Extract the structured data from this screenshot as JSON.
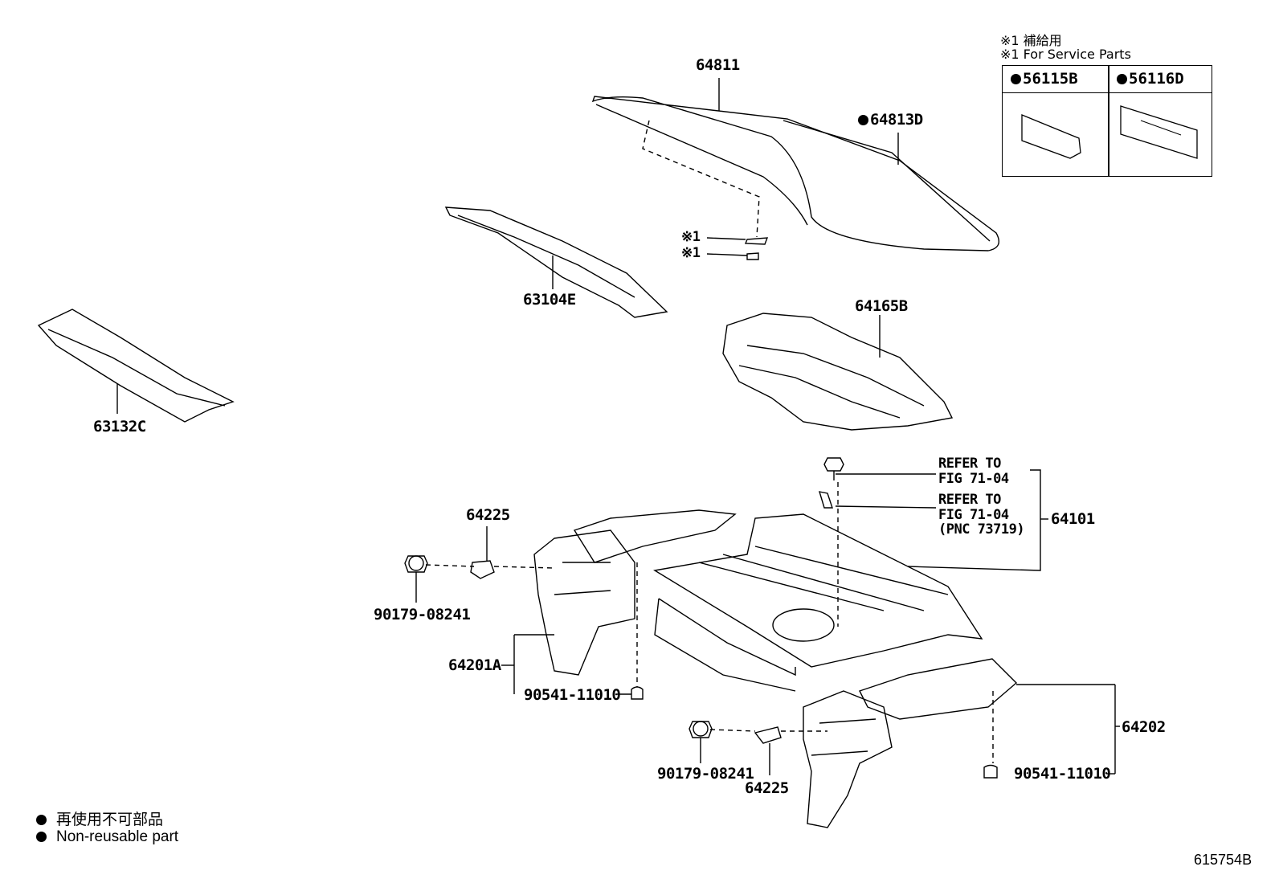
{
  "part_labels": {
    "p64811": "64811",
    "p64813d": "64813D",
    "p63104e": "63104E",
    "p64165b": "64165B",
    "p63132c": "63132C",
    "p64225a": "64225",
    "p64225b": "64225",
    "p90179a": "90179-08241",
    "p90179b": "90179-08241",
    "p64201a": "64201A",
    "p90541a": "90541-11010",
    "p90541b": "90541-11010",
    "p64101": "64101",
    "p64202": "64202",
    "p56115b": "56115B",
    "p56116d": "56116D"
  },
  "refer": {
    "r1_line1": "REFER TO",
    "r1_line2": "FIG 71-04",
    "r2_line1": "REFER TO",
    "r2_line2": "FIG 71-04",
    "r2_line3": "(PNC 73719)"
  },
  "service_note": {
    "jp": "※1 補給用",
    "en": "※1 For Service Parts",
    "mark1": "※1",
    "mark2": "※1"
  },
  "legend": {
    "jp": "再使用不可部品",
    "en": "Non-reusable part"
  },
  "figure_id": "615754B"
}
